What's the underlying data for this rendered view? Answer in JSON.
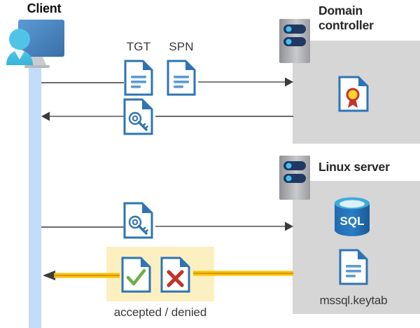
{
  "diagram": {
    "title_client": "Client",
    "zones": [
      {
        "id": "domain-controller",
        "label_line1": "Domain",
        "label_line2": "controller"
      },
      {
        "id": "linux-server",
        "label": "Linux server"
      }
    ],
    "flows": [
      {
        "id": "flow-request-tgt-spn",
        "direction": "client-to-domain-controller",
        "labels": [
          "TGT",
          "SPN"
        ],
        "icons": [
          "document-icon",
          "document-icon"
        ]
      },
      {
        "id": "flow-ticket-returned",
        "direction": "domain-controller-to-client",
        "icons": [
          "key-document-icon"
        ]
      },
      {
        "id": "flow-present-ticket",
        "direction": "client-to-linux-server",
        "icons": [
          "key-document-icon"
        ]
      },
      {
        "id": "flow-result",
        "direction": "linux-server-to-client",
        "icons": [
          "accepted-document-icon",
          "denied-document-icon"
        ],
        "caption": "accepted / denied"
      }
    ],
    "labels": {
      "tgt": "TGT",
      "spn": "SPN",
      "accepted_denied": "accepted / denied",
      "keytab": "mssql.keytab",
      "sql": "SQL"
    },
    "icons": {
      "client": "client-user-monitor-icon",
      "server_rack": "server-rack-icon",
      "certificate": "certificate-icon",
      "database": "sql-database-icon",
      "keytab_document": "document-icon",
      "accepted": "check-document-icon",
      "denied": "cross-document-icon"
    },
    "colors": {
      "lifeline": "#c3dcfa",
      "zone_fill": "#d6d6d6",
      "highlight": "#fdf0c0",
      "accent_blue": "#2e74b5",
      "arrow_gray": "#6b6b6b",
      "arrow_yellow": "#ffc000",
      "check_green": "#70ad47",
      "cross_red": "#c0342c",
      "cert_gold": "#ffd32a",
      "cert_red": "#c0342c",
      "sql_blue": "#1f6bb0"
    }
  }
}
